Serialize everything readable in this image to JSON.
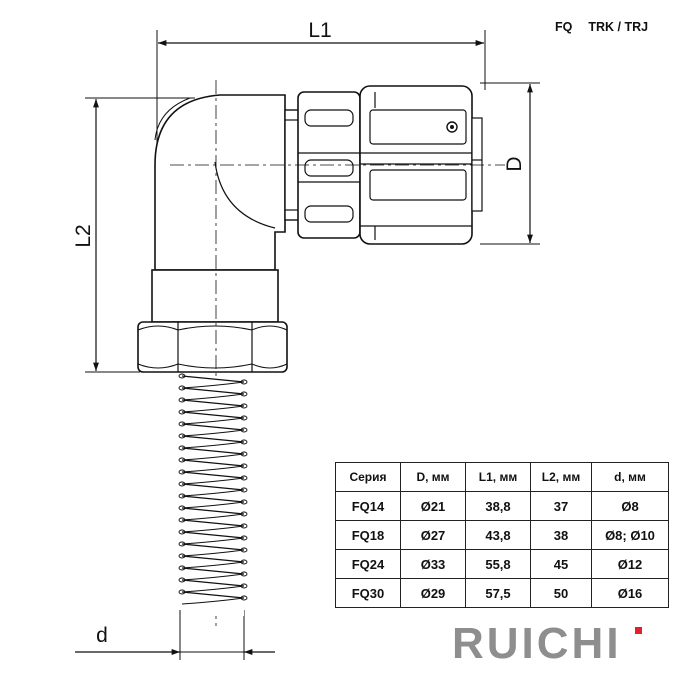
{
  "header": {
    "series": "FQ",
    "variants": "TRK / TRJ"
  },
  "dimensions": {
    "l1": "L1",
    "l2": "L2",
    "d_outer": "D",
    "d_inner": "d"
  },
  "table": {
    "columns": [
      "Серия",
      "D, мм",
      "L1, мм",
      "L2, мм",
      "d, мм"
    ],
    "rows": [
      [
        "FQ14",
        "Ø21",
        "38,8",
        "37",
        "Ø8"
      ],
      [
        "FQ18",
        "Ø27",
        "43,8",
        "38",
        "Ø8; Ø10"
      ],
      [
        "FQ24",
        "Ø33",
        "55,8",
        "45",
        "Ø12"
      ],
      [
        "FQ30",
        "Ø29",
        "57,5",
        "50",
        "Ø16"
      ]
    ]
  },
  "logo": {
    "text": "RUICHI",
    "accent_color": "#e4202e",
    "text_color": "#8e8e8e"
  }
}
